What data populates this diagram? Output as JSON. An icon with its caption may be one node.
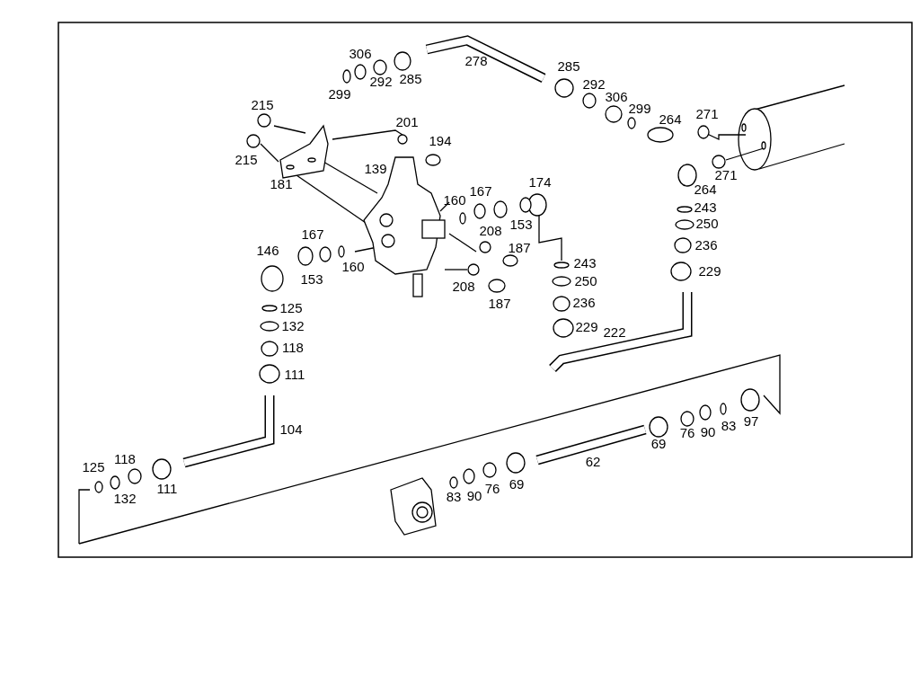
{
  "diagram": {
    "labels": [
      "306",
      "278",
      "299",
      "292",
      "285",
      "285",
      "292",
      "306",
      "299",
      "215",
      "271",
      "264",
      "201",
      "194",
      "215",
      "181",
      "271",
      "139",
      "174",
      "264",
      "167",
      "160",
      "243",
      "153",
      "250",
      "208",
      "167",
      "236",
      "146",
      "187",
      "243",
      "160",
      "229",
      "153",
      "250",
      "208",
      "187",
      "236",
      "125",
      "132",
      "229",
      "222",
      "118",
      "111",
      "97",
      "104",
      "83",
      "90",
      "76",
      "69",
      "62",
      "125",
      "118",
      "111",
      "132",
      "69",
      "76",
      "83",
      "90"
    ]
  }
}
